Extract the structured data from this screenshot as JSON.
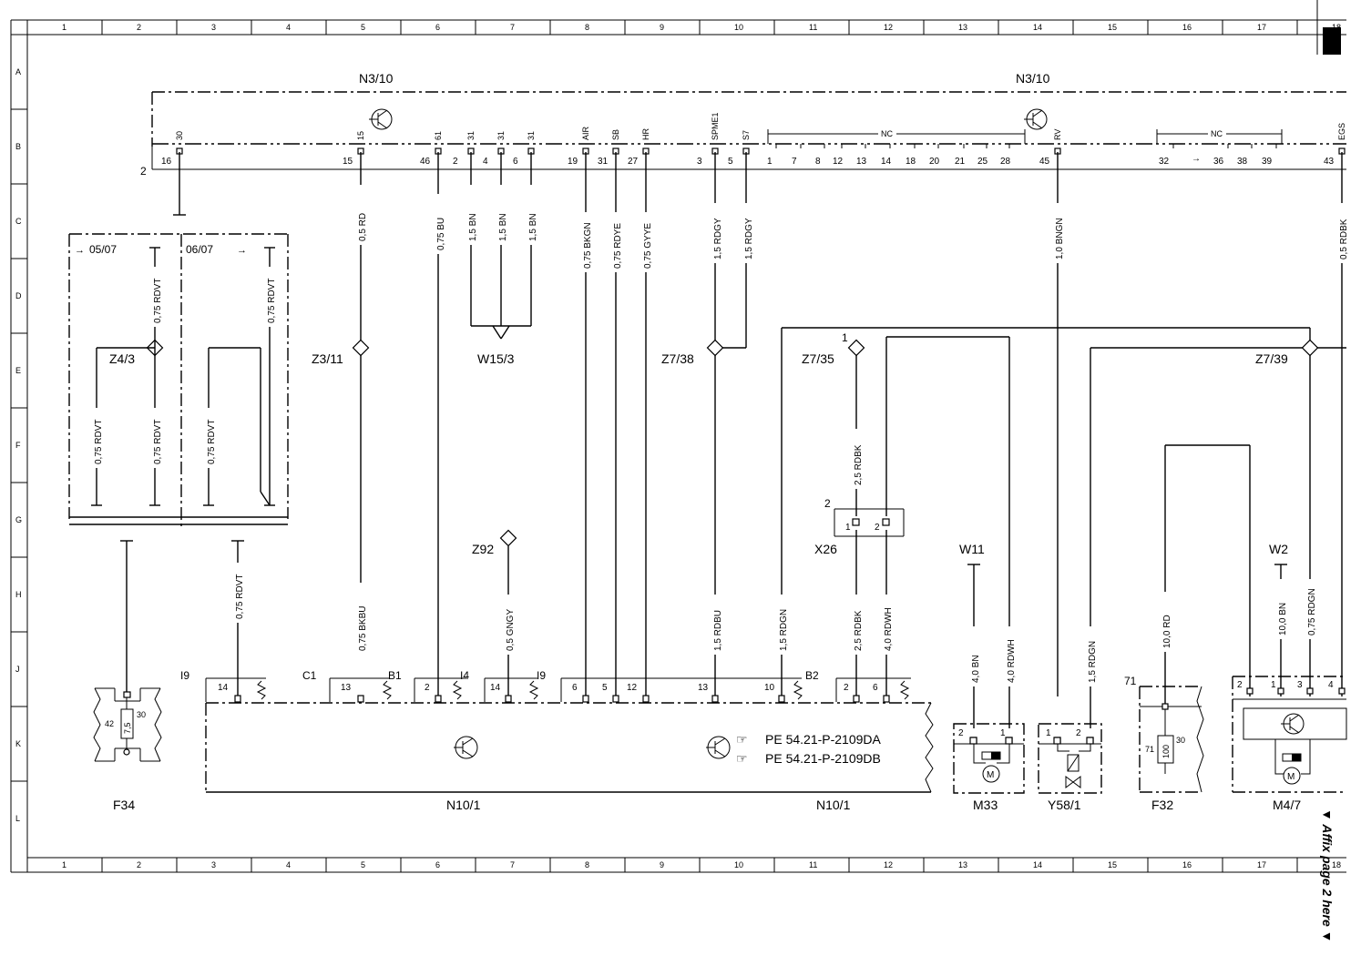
{
  "grid": {
    "columns": [
      "1",
      "2",
      "3",
      "4",
      "5",
      "6",
      "7",
      "8",
      "9",
      "10",
      "11",
      "12",
      "13",
      "14",
      "15",
      "16",
      "17",
      "18"
    ],
    "rows": [
      "A",
      "B",
      "C",
      "D",
      "E",
      "F",
      "G",
      "H",
      "J",
      "K",
      "L"
    ]
  },
  "side_note": "▼ Affix page 2 here ▼",
  "modules": {
    "n3_left": "N3/10",
    "n3_right": "N3/10",
    "n3_conn": "2",
    "n10_left": "N10/1",
    "n10_right": "N10/1",
    "n10_ref1": "PE 54.21-P-2109DA",
    "n10_ref2": "PE 54.21-P-2109DB",
    "nc1": "NC",
    "nc2": "NC"
  },
  "top_pins": [
    {
      "name": "30",
      "num": "16"
    },
    {
      "name": "15",
      "num": "15"
    },
    {
      "name": "61",
      "num": "46"
    },
    {
      "name": "31",
      "num": "2"
    },
    {
      "name": "31",
      "num": "4"
    },
    {
      "name": "31",
      "num": "6"
    },
    {
      "name": "AIR",
      "num": "19"
    },
    {
      "name": "SB",
      "num": "31"
    },
    {
      "name": "HR",
      "num": "27"
    },
    {
      "name": "SPME1",
      "num": "3"
    },
    {
      "name": "S7",
      "num": "5"
    },
    {
      "name": "RV",
      "num": "45"
    },
    {
      "name": "EGS",
      "num": "43"
    }
  ],
  "nc_pins1": [
    "1",
    "7",
    "8",
    "12",
    "13",
    "14",
    "18",
    "20",
    "21",
    "25",
    "28"
  ],
  "nc_pins2": [
    "32",
    "36",
    "38",
    "39"
  ],
  "wires": {
    "w15": "0,5 RD",
    "w61": "0,75 BU",
    "w31a": "1,5 BN",
    "w31b": "1,5 BN",
    "w31c": "1,5 BN",
    "wair": "0,75 BKGN",
    "wsb": "0,75 RDYE",
    "whr": "0,75 GYYE",
    "wspme": "1,5 RDGY",
    "ws7": "1,5 RDGY",
    "wrv": "1,0 BNGN",
    "wegs": "0,5 RDBK",
    "wrdvt1": "0,75 RDVT",
    "wrdvt2": "0,75 RDVT",
    "wrdvt3": "0,75 RDVT",
    "wrdvt4": "0,75 RDVT",
    "wrdvt5": "0,75 RDVT",
    "wrdvt6": "0,75 RDVT",
    "wbkbu": "0,75 BKBU",
    "wgngy": "0,5 GNGY",
    "wrdbu": "1,5 RDBU",
    "wrdgn1": "1,5 RDGN",
    "wrdbk1": "2,5 RDBK",
    "wrdbk2": "2,5 RDBK",
    "wrdwh1": "4,0 RDWH",
    "wbn4": "4,0 BN",
    "wrdwh2": "4,0 RDWH",
    "wrdgn2": "1,5 RDGN",
    "wrd10": "10,0 RD",
    "wbn10": "10,0 BN",
    "wrdgn3": "0,75 RDGN"
  },
  "labels": {
    "r0507": "05/07",
    "r0607": "06/07",
    "z43": "Z4/3",
    "z311": "Z3/11",
    "w153": "W15/3",
    "z738": "Z7/38",
    "z735": "Z7/35",
    "z739": "Z7/39",
    "z92": "Z92",
    "x26": "X26",
    "x26_2": "2",
    "x26_p1": "1",
    "x26_p2": "2",
    "z735_1": "1",
    "w11": "W11",
    "w2": "W2",
    "m33": "M33",
    "y581": "Y58/1",
    "f32": "F32",
    "m47": "M4/7",
    "f34": "F34",
    "f34_42": "42",
    "f34_75": "7,5",
    "f34_30": "30",
    "f32_71a": "71",
    "f32_71b": "71",
    "f32_100": "100",
    "f32_30": "30",
    "i9a": "I9",
    "c1": "C1",
    "b1": "B1",
    "i4": "I4",
    "i9b": "I9",
    "b2": "B2"
  },
  "conn_pins": {
    "i9a": "14",
    "c1": "13",
    "i4": "2",
    "i9b": "14",
    "b1a": "6",
    "b1b": "5",
    "b1c": "12",
    "b1d": "13",
    "b1e": "10",
    "b2a": "2",
    "b2b": "6",
    "m33a": "2",
    "m33b": "1",
    "y58a": "1",
    "y58b": "2",
    "m47a": "2",
    "m47b": "1",
    "m47c": "3",
    "m47d": "4"
  }
}
